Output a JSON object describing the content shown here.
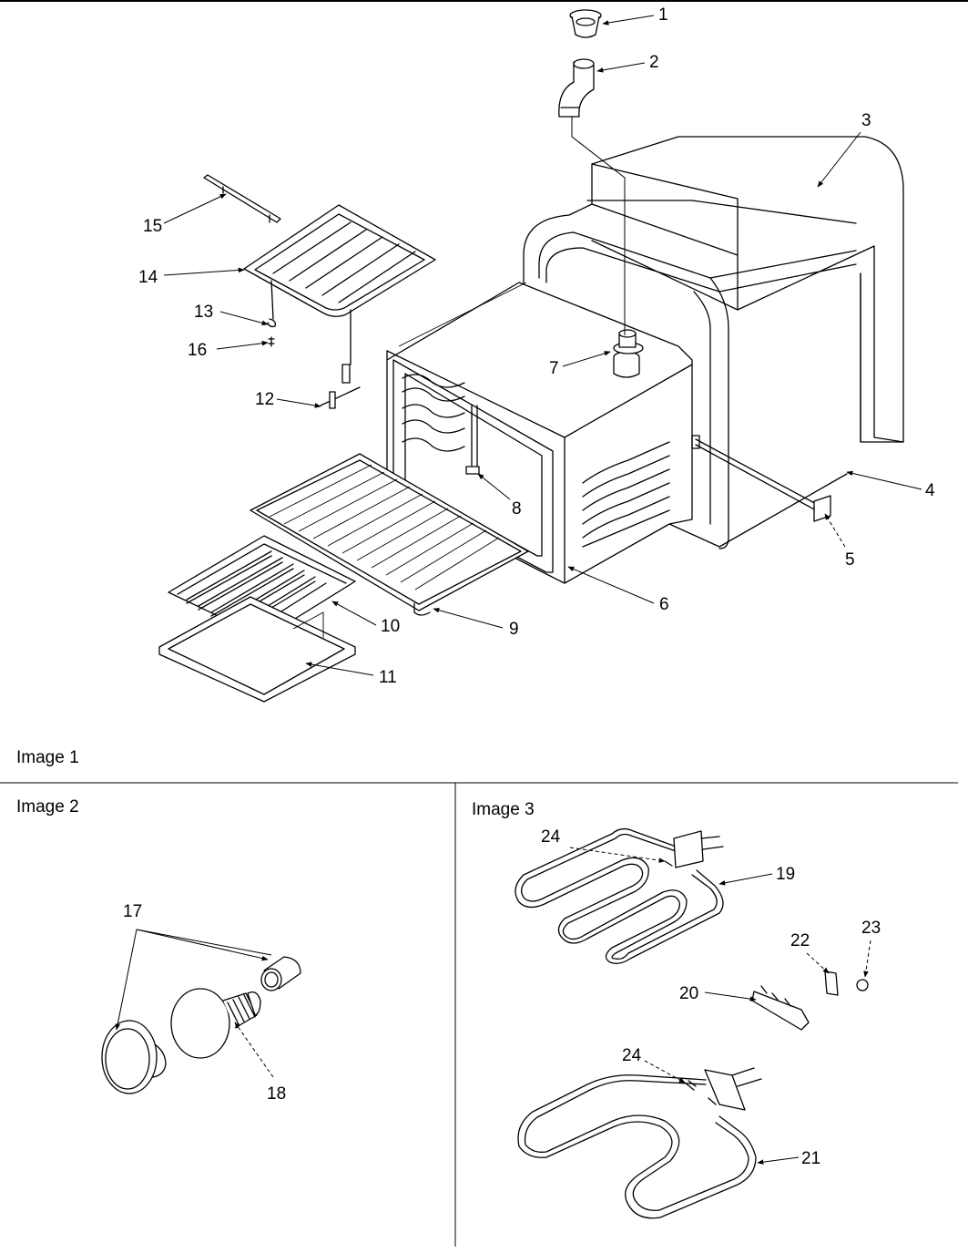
{
  "panels": {
    "image1": {
      "title": "Image 1"
    },
    "image2": {
      "title": "Image 2"
    },
    "image3": {
      "title": "Image 3"
    }
  },
  "callouts": {
    "c1": "1",
    "c2": "2",
    "c3": "3",
    "c4": "4",
    "c5": "5",
    "c6": "6",
    "c7": "7",
    "c8": "8",
    "c9": "9",
    "c10": "10",
    "c11": "11",
    "c12": "12",
    "c13": "13",
    "c14": "14",
    "c15": "15",
    "c16": "16",
    "c17": "17",
    "c18": "18",
    "c19": "19",
    "c20": "20",
    "c21": "21",
    "c22": "22",
    "c23": "23",
    "c24a": "24",
    "c24b": "24"
  }
}
